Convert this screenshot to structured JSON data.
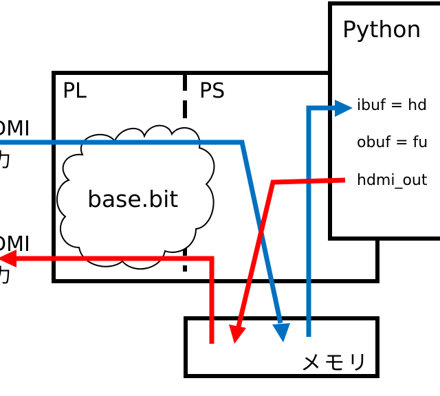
{
  "diagram": {
    "left_labels": {
      "hdmi_in": {
        "line1": "DMI",
        "line2": "力"
      },
      "hdmi_out": {
        "line1": "DMI",
        "line2": "力"
      }
    },
    "fpga_box": {
      "pl_label": "PL",
      "ps_label": "PS",
      "bitstream_label": "base.bit"
    },
    "python_box": {
      "title": "Python",
      "lines": [
        "ibuf = hd",
        "obuf = fu",
        "hdmi_out"
      ]
    },
    "memory_box": {
      "label": "メモリ"
    },
    "colors": {
      "input_flow": "#0070c0",
      "output_flow": "#ff0000",
      "outline": "#000000"
    }
  }
}
